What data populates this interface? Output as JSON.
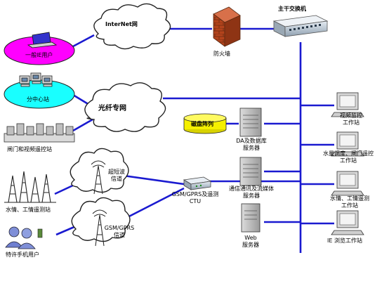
{
  "colors": {
    "backbone": "#1a1ad0",
    "link": "#1a1ad0",
    "cloud_fill": "#ffffff",
    "cloud_stroke": "#222222",
    "magenta_user": "#ff00ff",
    "cyan_center": "#19ffff",
    "db_yellow": "#f5f000",
    "firewall_brick": "#b3431c"
  },
  "nodes": {
    "internet": "InterNet网",
    "fiber_network": "光纤专网",
    "shortwave": {
      "line1": "超短波",
      "line2": "信道"
    },
    "gsm_channel": {
      "line1": "GSM/GPRS",
      "line2": "信道"
    },
    "firewall": "防火墙",
    "main_switch": "主干交换机",
    "general_ie_user": "一般IE用户",
    "sub_center": "分中心站",
    "gate_video_station": "闸门和视频遥控站",
    "water_level_station": "水情、工情遥测站",
    "mobile_users": "特许手机用户",
    "gsm_ctu": {
      "line1": "GSM/GPRS及遥测",
      "line2": "CTU"
    },
    "disk_array": "磁盘阵列",
    "db_server": {
      "line1": "DA及数据库",
      "line2": "服务器"
    },
    "comm_server": {
      "line1": "通信通讯及流媒体",
      "line2": "服务器"
    },
    "web_server": {
      "line1": "Web",
      "line2": "服务器"
    },
    "ws_video": {
      "line1": "视频监控",
      "line2": "工作站"
    },
    "ws_dispatch": {
      "line1": "水量调度、闸门遥控",
      "line2": "工作站"
    },
    "ws_monitor": {
      "line1": "水情、工情遥测",
      "line2": "工作站"
    },
    "ws_ie": "IE 浏览工作站"
  }
}
